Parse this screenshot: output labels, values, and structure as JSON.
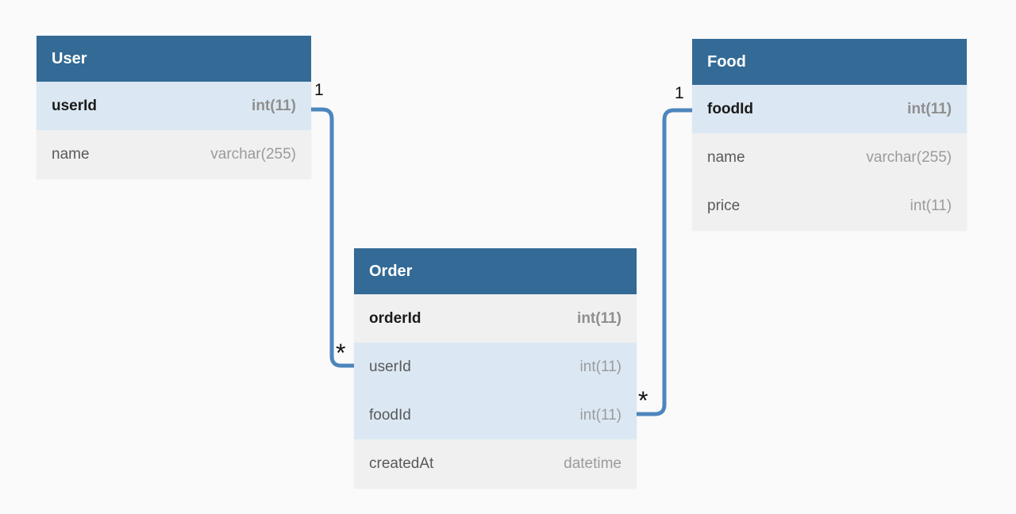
{
  "diagram": {
    "kind": "entity-relationship-diagram",
    "colors": {
      "background": "#fafafa",
      "table_header_bg": "#336a96",
      "table_header_text": "#ffffff",
      "row_highlight_bg": "#dbe8f3",
      "row_default_bg": "#f0f0f0",
      "pk_name_text": "#1b1b1b",
      "pk_type_text": "#8f8f8f",
      "column_name_text": "#595959",
      "column_type_text": "#9b9b9b",
      "connector_line": "#4d86bd"
    },
    "tables": [
      {
        "title": "User",
        "columns": [
          {
            "name": "userId",
            "type": "int(11)",
            "primary_key": true,
            "highlighted": true
          },
          {
            "name": "name",
            "type": "varchar(255)",
            "primary_key": false,
            "highlighted": false
          }
        ]
      },
      {
        "title": "Food",
        "columns": [
          {
            "name": "foodId",
            "type": "int(11)",
            "primary_key": true,
            "highlighted": true
          },
          {
            "name": "name",
            "type": "varchar(255)",
            "primary_key": false,
            "highlighted": false
          },
          {
            "name": "price",
            "type": "int(11)",
            "primary_key": false,
            "highlighted": false
          }
        ]
      },
      {
        "title": "Order",
        "columns": [
          {
            "name": "orderId",
            "type": "int(11)",
            "primary_key": true,
            "highlighted": false
          },
          {
            "name": "userId",
            "type": "int(11)",
            "primary_key": false,
            "highlighted": true
          },
          {
            "name": "foodId",
            "type": "int(11)",
            "primary_key": false,
            "highlighted": true
          },
          {
            "name": "createdAt",
            "type": "datetime",
            "primary_key": false,
            "highlighted": false
          }
        ]
      }
    ],
    "relationships": [
      {
        "from_table": "User",
        "from_column": "userId",
        "to_table": "Order",
        "to_column": "userId",
        "from_cardinality": "1",
        "to_cardinality": "*"
      },
      {
        "from_table": "Food",
        "from_column": "foodId",
        "to_table": "Order",
        "to_column": "foodId",
        "from_cardinality": "1",
        "to_cardinality": "*"
      }
    ]
  }
}
